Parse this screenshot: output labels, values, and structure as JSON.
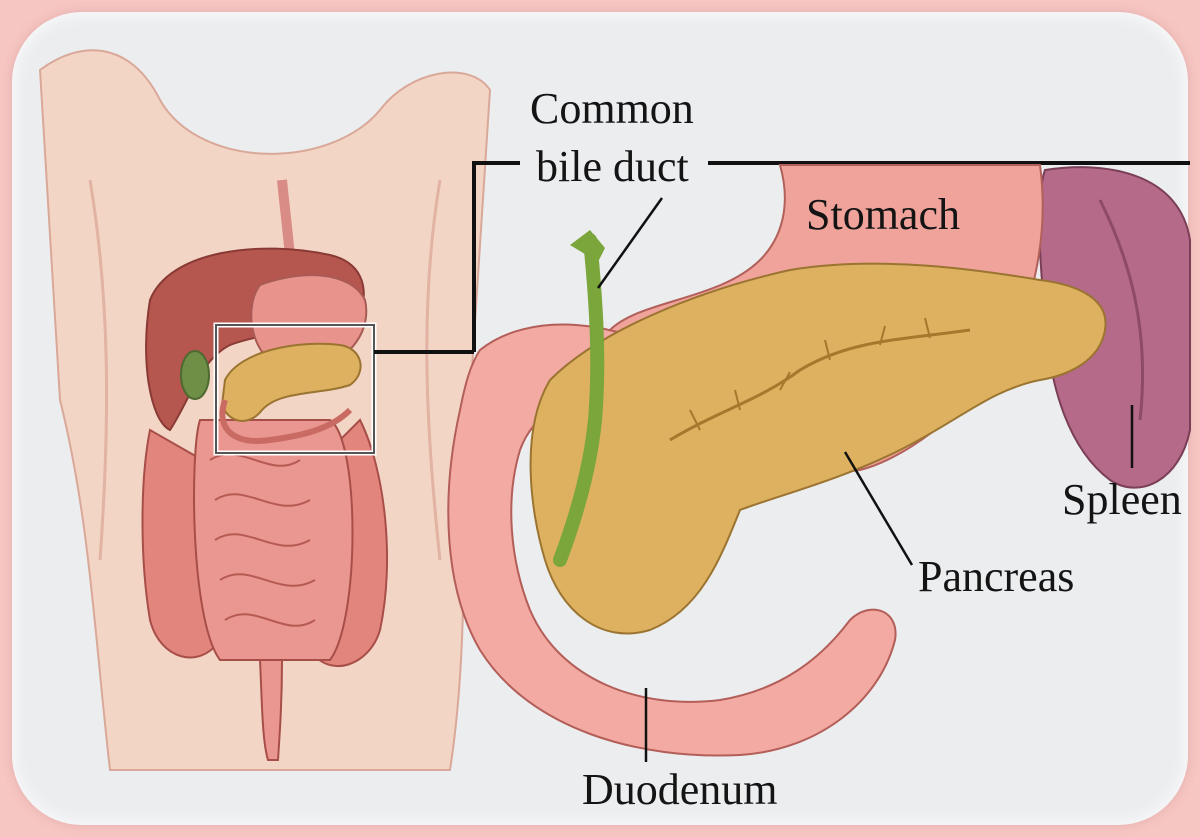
{
  "labels": {
    "common_line1": "Common",
    "common_line2": "bile duct",
    "stomach": "Stomach",
    "spleen": "Spleen",
    "pancreas": "Pancreas",
    "duodenum": "Duodenum"
  },
  "colors": {
    "background": "#f6c6c3",
    "panel": "#ecedef",
    "skin": "#f3d2c2",
    "stomach": "#f0a39a",
    "pancreas": "#ddb160",
    "spleen": "#b46a88",
    "bile_duct": "#7aa63c",
    "intestine": "#e2857d",
    "liver": "#b5574f"
  }
}
